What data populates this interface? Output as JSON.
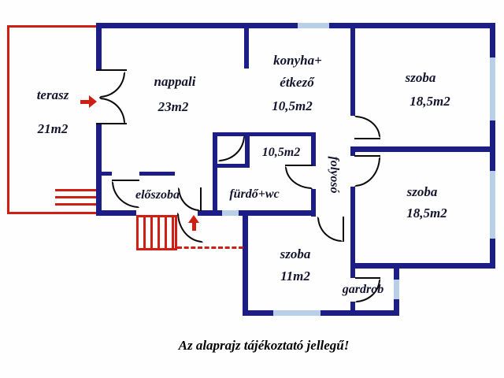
{
  "caption": "Az alaprajz tájékoztató jellegű!",
  "rooms": {
    "terasz": {
      "label": "terasz",
      "area": "21m2"
    },
    "nappali": {
      "label": "nappali",
      "area": "23m2"
    },
    "konyha_etkezo": {
      "label_line1": "konyha+",
      "label_line2": "étkező",
      "area": "10,5m2"
    },
    "szoba_jobb_felso": {
      "label": "szoba",
      "area": "18,5m2"
    },
    "kis_szoba": {
      "area": "10,5m2"
    },
    "furdo_wc": {
      "label": "fürdő+wc"
    },
    "eloszoba": {
      "label": "előszoba"
    },
    "folyoso": {
      "label": "folyosó"
    },
    "szoba_jobb_also": {
      "label": "szoba",
      "area": "18,5m2"
    },
    "szoba_also": {
      "label": "szoba",
      "area": "11m2"
    },
    "gardrob": {
      "label": "gardrob"
    }
  },
  "colors": {
    "wall_navy": "#1d1d87",
    "window_blue": "#b9cfe7",
    "terrace_red": "#cf1f14",
    "label_ink": "#14142e"
  }
}
